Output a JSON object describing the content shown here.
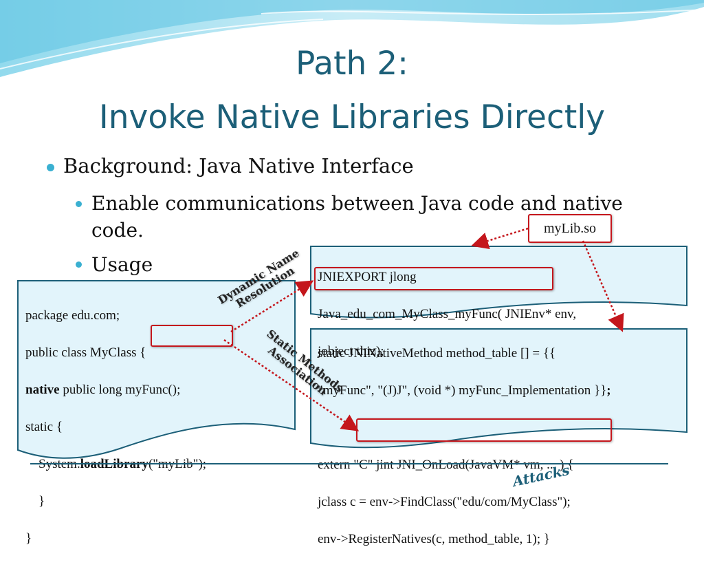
{
  "slide": {
    "title_line1": "Path 2:",
    "title_line2": "Invoke Native Libraries Directly",
    "bullets": {
      "background": "Background: Java Native Interface",
      "enable_line1": "Enable communications between Java code and native",
      "enable_line2": "code.",
      "usage": "Usage"
    },
    "java_code": {
      "line1": "package edu.com;",
      "line2": "public class MyClass {",
      "line3_kw": "native",
      "line3_rest": " public long ",
      "line3_func": "myFunc();",
      "line4": "static {",
      "line5_pre": "    System.",
      "line5_kw": "loadLibrary",
      "line5_post": "(\"myLib\");",
      "line6": "    }",
      "line7": "}"
    },
    "jni_export": {
      "line1": "JNIEXPORT jlong",
      "line2_func": "Java_edu_com_MyClass_myFunc(",
      "line2_rest": " JNIEnv* env,",
      "line3": "jobject thiz);"
    },
    "static_methods": {
      "line1": "static JNINativeMethod method_table [] = {{",
      "line2_pre": "\"myFunc\", \"(J)J\", (void *) myFunc_Implementation }}",
      "line2_semicolon": ";",
      "line3": "extern \"C\" jint JNI_OnLoad(JavaVM* vm, ... ) {",
      "line4": "jclass c = env->FindClass(\"edu/com/MyClass\");",
      "line5_pre": "env->",
      "line5_call": "RegisterNatives(c, method_table, 1); }"
    },
    "mylib_label": "myLib.so",
    "dynamic_label_1": "Dynamic Name",
    "dynamic_label_2": "Resolution",
    "static_label_1": "Static Methods",
    "static_label_2": "Association",
    "footer": "Attacks",
    "colors": {
      "title": "#1c5f78",
      "bullet": "#3ab0d1",
      "box_fill": "#e2f4fb",
      "box_border": "#1c5f78",
      "highlight": "#c4161c"
    }
  }
}
